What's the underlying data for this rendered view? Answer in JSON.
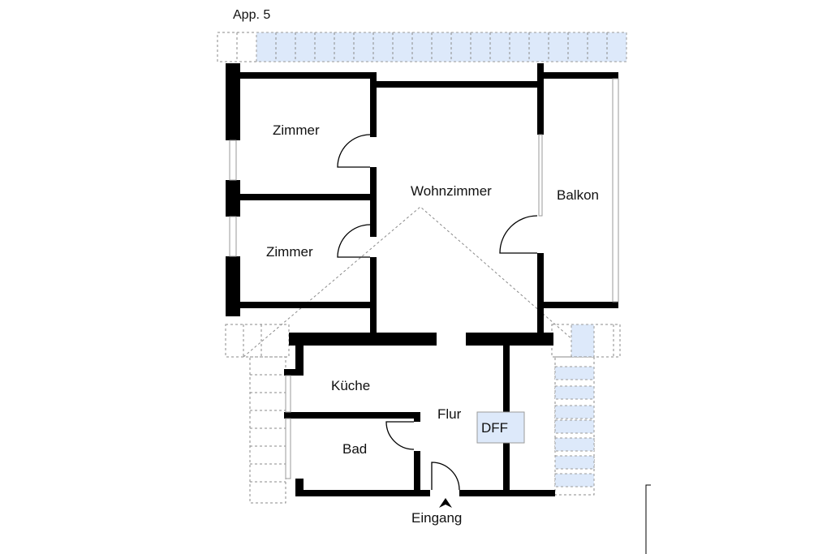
{
  "plan": {
    "apartment_label": "App. 5",
    "rooms": {
      "zimmer_1": "Zimmer",
      "zimmer_2": "Zimmer",
      "wohnzimmer": "Wohnzimmer",
      "balkon": "Balkon",
      "kueche": "Küche",
      "bad": "Bad",
      "flur": "Flur"
    },
    "window_marker": "DFF",
    "entrance": "Eingang"
  },
  "colors": {
    "wall": "#000000",
    "solar_panel": "#dde9fa",
    "dashed_outline": "#8a8a8a"
  }
}
